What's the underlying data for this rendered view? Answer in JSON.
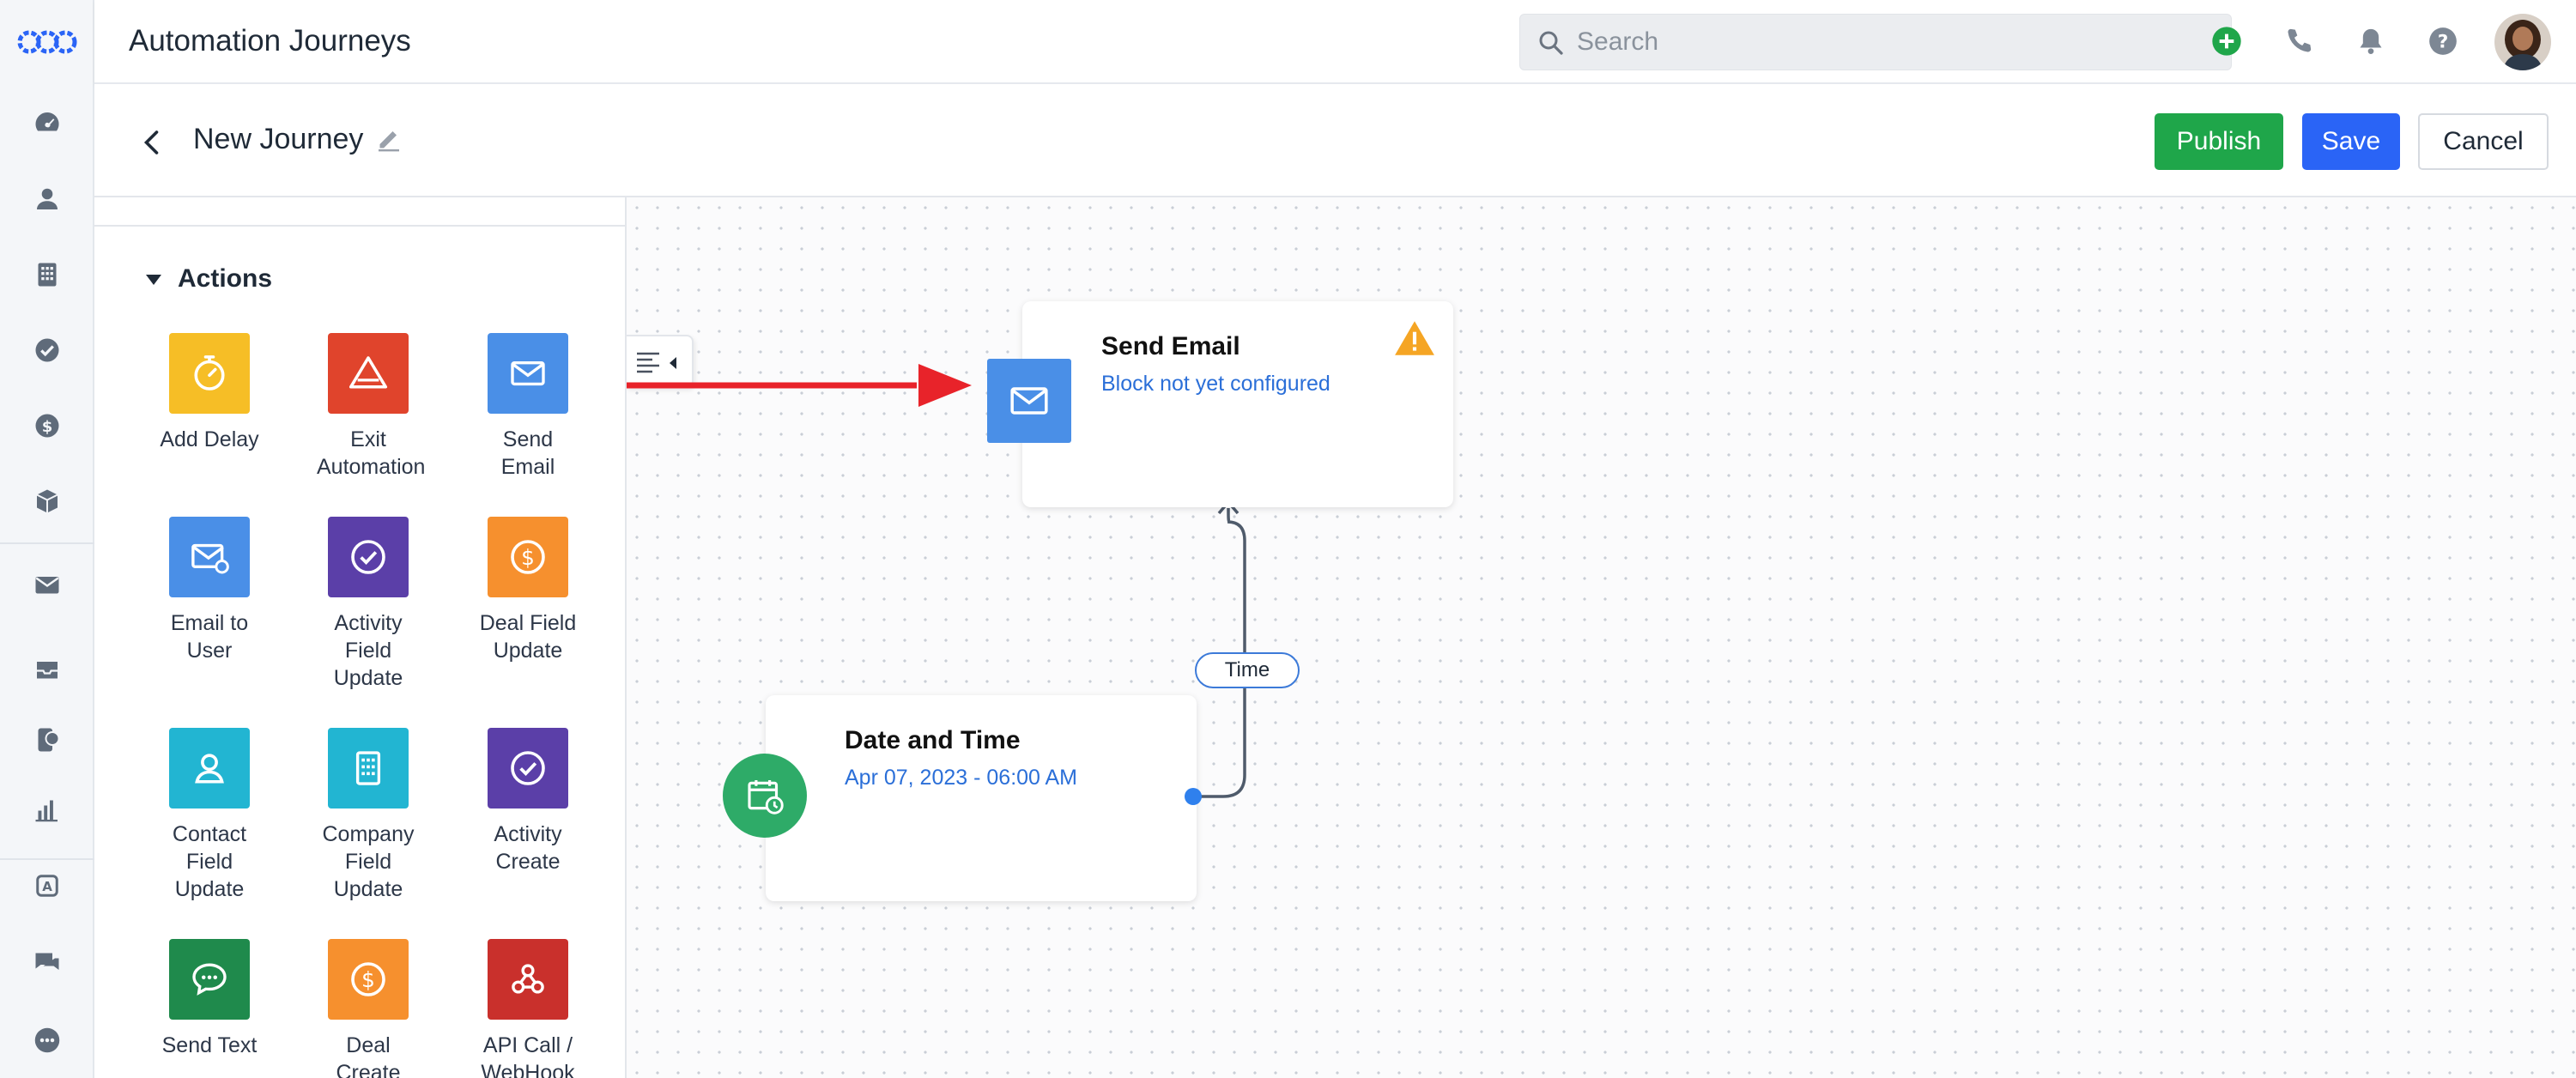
{
  "app": {
    "title": "Automation Journeys"
  },
  "search": {
    "placeholder": "Search"
  },
  "journey": {
    "name": "New Journey",
    "buttons": {
      "publish": "Publish",
      "save": "Save",
      "cancel": "Cancel"
    }
  },
  "palette": {
    "section_title": "Actions",
    "tiles": [
      {
        "label": "Add Delay",
        "icon": "stopwatch-icon",
        "color": "#f6be26"
      },
      {
        "label": "Exit Automation",
        "icon": "warning-triangle-icon",
        "color": "#e0442c"
      },
      {
        "label": "Send Email",
        "icon": "envelope-icon",
        "color": "#4a8fe7"
      },
      {
        "label": "Email to User",
        "icon": "envelope-user-icon",
        "color": "#4a8fe7"
      },
      {
        "label": "Activity Field Update",
        "icon": "check-circle-icon",
        "color": "#5b3fa8"
      },
      {
        "label": "Deal Field Update",
        "icon": "dollar-circle-icon",
        "color": "#f6902e"
      },
      {
        "label": "Contact Field Update",
        "icon": "person-icon",
        "color": "#22b5d2"
      },
      {
        "label": "Company Field Update",
        "icon": "building-icon",
        "color": "#22b5d2"
      },
      {
        "label": "Activity Create",
        "icon": "check-circle-icon",
        "color": "#5b3fa8"
      },
      {
        "label": "Send Text",
        "icon": "chat-bubble-icon",
        "color": "#1f8a4c"
      },
      {
        "label": "Deal Create",
        "icon": "dollar-circle-icon",
        "color": "#f6902e"
      },
      {
        "label": "API Call / WebHook",
        "icon": "webhook-icon",
        "color": "#c9302c"
      }
    ]
  },
  "canvas": {
    "email_node": {
      "title": "Send Email",
      "status": "Block not yet configured",
      "warning_icon": "warning-icon"
    },
    "trigger_node": {
      "title": "Date and Time",
      "value": "Apr 07, 2023 - 06:00 AM"
    },
    "connector_label": "Time"
  },
  "colors": {
    "publish": "#1fa64a",
    "save": "#2a64f6",
    "link_blue": "#2b6fd8",
    "annotation_arrow": "#e8232a"
  }
}
